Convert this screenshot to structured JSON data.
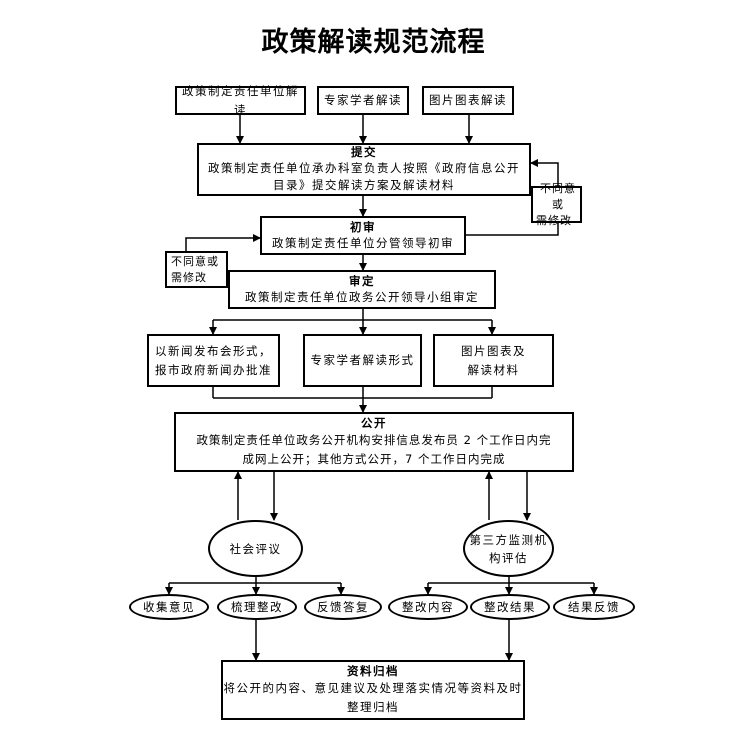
{
  "title": "政策解读规范流程",
  "top_sources": [
    "政策制定责任单位解读",
    "专家学者解读",
    "图片图表解读"
  ],
  "submit": {
    "heading": "提交",
    "line1": "政策制定责任单位承办科室负责人按照《政府信息公开",
    "line2": "目录》提交解读方案及解读材料"
  },
  "first_review": {
    "heading": "初审",
    "text": "政策制定责任单位分管领导初审"
  },
  "final_review": {
    "heading": "审定",
    "text": "政策制定责任单位政务公开领导小组审定"
  },
  "feedback_right": {
    "line1": "不同意或",
    "line2": "需修改"
  },
  "feedback_left": {
    "line1": "不同意或",
    "line2": "需修改"
  },
  "forms": [
    {
      "line1": "以新闻发布会形式，",
      "line2": "报市政府新闻办批准"
    },
    {
      "line1": "专家学者解读形式",
      "line2": ""
    },
    {
      "line1": "图片图表及",
      "line2": "解读材料"
    }
  ],
  "publish": {
    "heading": "公开",
    "line1": "政策制定责任单位政务公开机构安排信息发布员 2 个工作日内完",
    "line2": "成网上公开；其他方式公开，7 个工作日内完成"
  },
  "social_review": "社会评议",
  "third_party": {
    "line1": "第三方监测机",
    "line2": "构评估"
  },
  "left_steps": [
    "收集意见",
    "梳理整改",
    "反馈答复"
  ],
  "right_steps": [
    "整改内容",
    "整改结果",
    "结果反馈"
  ],
  "archive": {
    "heading": "资料归档",
    "line1": "将公开的内容、意见建议及处理落实情况等资料及时",
    "line2": "整理归档"
  }
}
